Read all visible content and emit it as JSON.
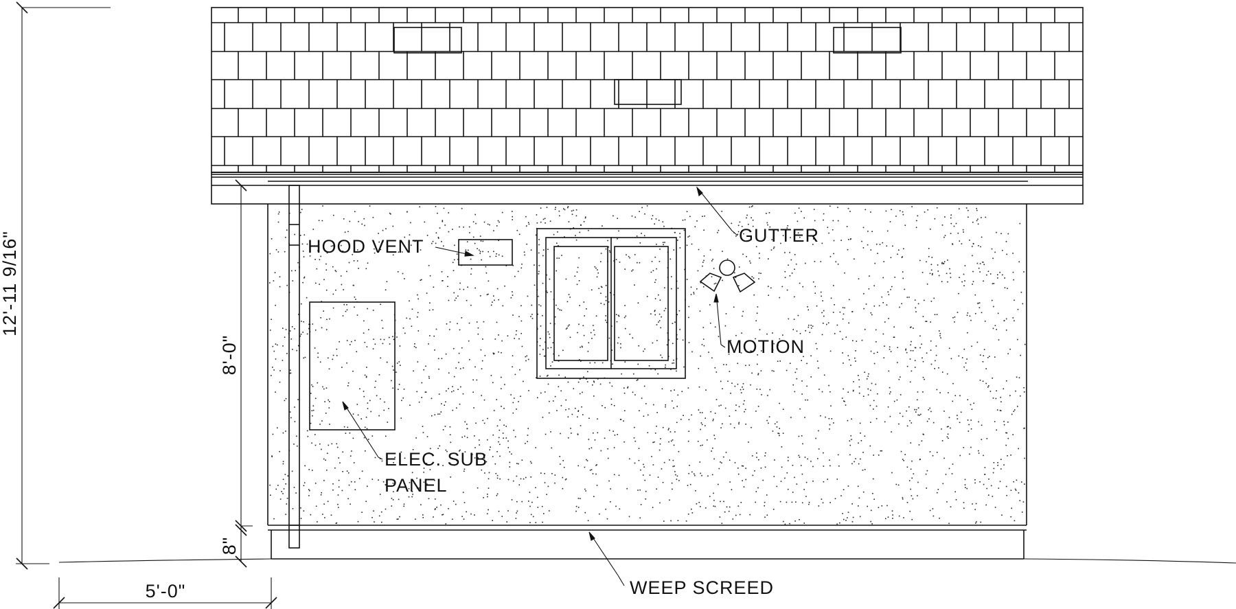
{
  "drawing": {
    "labels": {
      "hood_vent": "HOOD VENT",
      "gutter": "GUTTER",
      "motion": "MOTION",
      "elec_line1": "ELEC. SUB",
      "elec_line2": "PANEL",
      "weep_screed": "WEEP SCREED"
    },
    "dimensions": {
      "overall_height": "12'-11 9/16\"",
      "wall_height": "8'-0\"",
      "foundation_height": "8\"",
      "offset_width": "5'-0\""
    }
  }
}
